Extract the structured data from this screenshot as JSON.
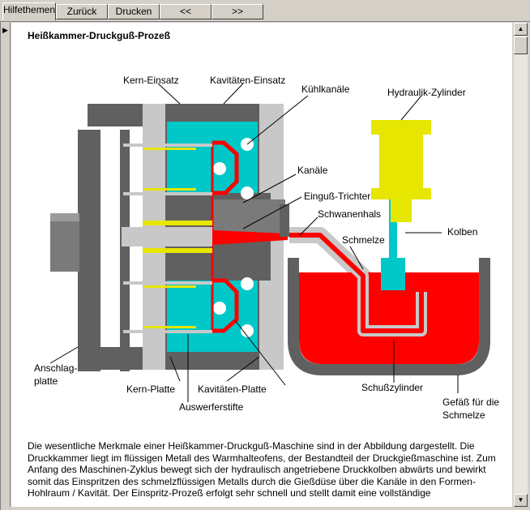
{
  "toolbar": {
    "tabs": [
      {
        "label": "Hilfethemen",
        "active": true
      },
      {
        "label": "Zurück",
        "active": false
      },
      {
        "label": "Drucken",
        "active": false
      },
      {
        "label": "<<",
        "active": false
      },
      {
        "label": ">>",
        "active": false
      }
    ]
  },
  "page": {
    "title": "Heißkammer-Druckguß-Prozeß",
    "paragraph": "Die wesentliche Merkmale einer Heißkammer-Druckguß-Maschine sind in der Abbildung dargestellt.  Die Druckkammer liegt im flüssigen Metall des Warmhalteofens, der Bestandteil der Druckgießmaschine ist. Zum Anfang des Maschinen-Zyklus bewegt sich der hydraulisch angetriebene Druckkolben abwärts und bewirkt somit das Einspritzen des schmelzflüssigen Metalls durch die Gießdüse über die Kanäle in den Formen-Hohlraum / Kavität.  Der Einspritz-Prozeß erfolgt sehr schnell und stellt damit eine vollständige"
  },
  "diagram": {
    "labels": {
      "kern_einsatz": "Kern-Einsatz",
      "kavitaeten_einsatz": "Kavitäten-Einsatz",
      "kuehlkanaele": "Kühlkanäle",
      "hydraulik_zylinder": "Hydraulik-Zylinder",
      "kanaele": "Kanäle",
      "einguss_trichter": "Einguß-Trichter",
      "schwanenhals": "Schwanenhals",
      "kolben": "Kolben",
      "schmelze": "Schmelze",
      "anschlag_1": "Anschlag-",
      "anschlag_2": "platte",
      "kern_platte": "Kern-Platte",
      "kavitaeten_platte": "Kavitäten-Platte",
      "auswerferstifte": "Auswerferstifte",
      "schusszylinder": "Schußzylinder",
      "gefaess_1": "Gefäß für die",
      "gefaess_2": "Schmelze"
    }
  },
  "colors": {
    "cyan": "#00c8c8",
    "red": "#ff0000",
    "yellow": "#e6e600",
    "dark_gray": "#606060",
    "light_gray": "#c8c8c8"
  }
}
